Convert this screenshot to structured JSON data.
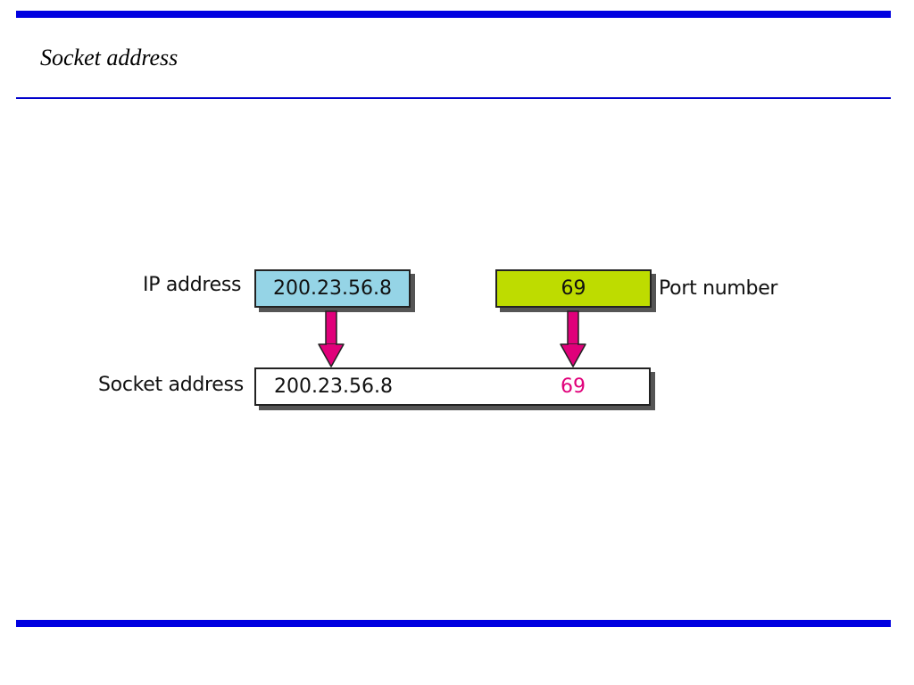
{
  "slide": {
    "title": "Socket address"
  },
  "diagram": {
    "ip_label": "IP address",
    "ip_value": "200.23.56.8",
    "port_label": "Port number",
    "port_value": "69",
    "socket_label": "Socket address",
    "socket_ip_value": "200.23.56.8",
    "socket_port_value": "69"
  },
  "colors": {
    "rule": "#0000e0",
    "ip_box": "#95d4e6",
    "port_box": "#bedc00",
    "arrow": "#e0007a",
    "port_text": "#e0007a"
  }
}
